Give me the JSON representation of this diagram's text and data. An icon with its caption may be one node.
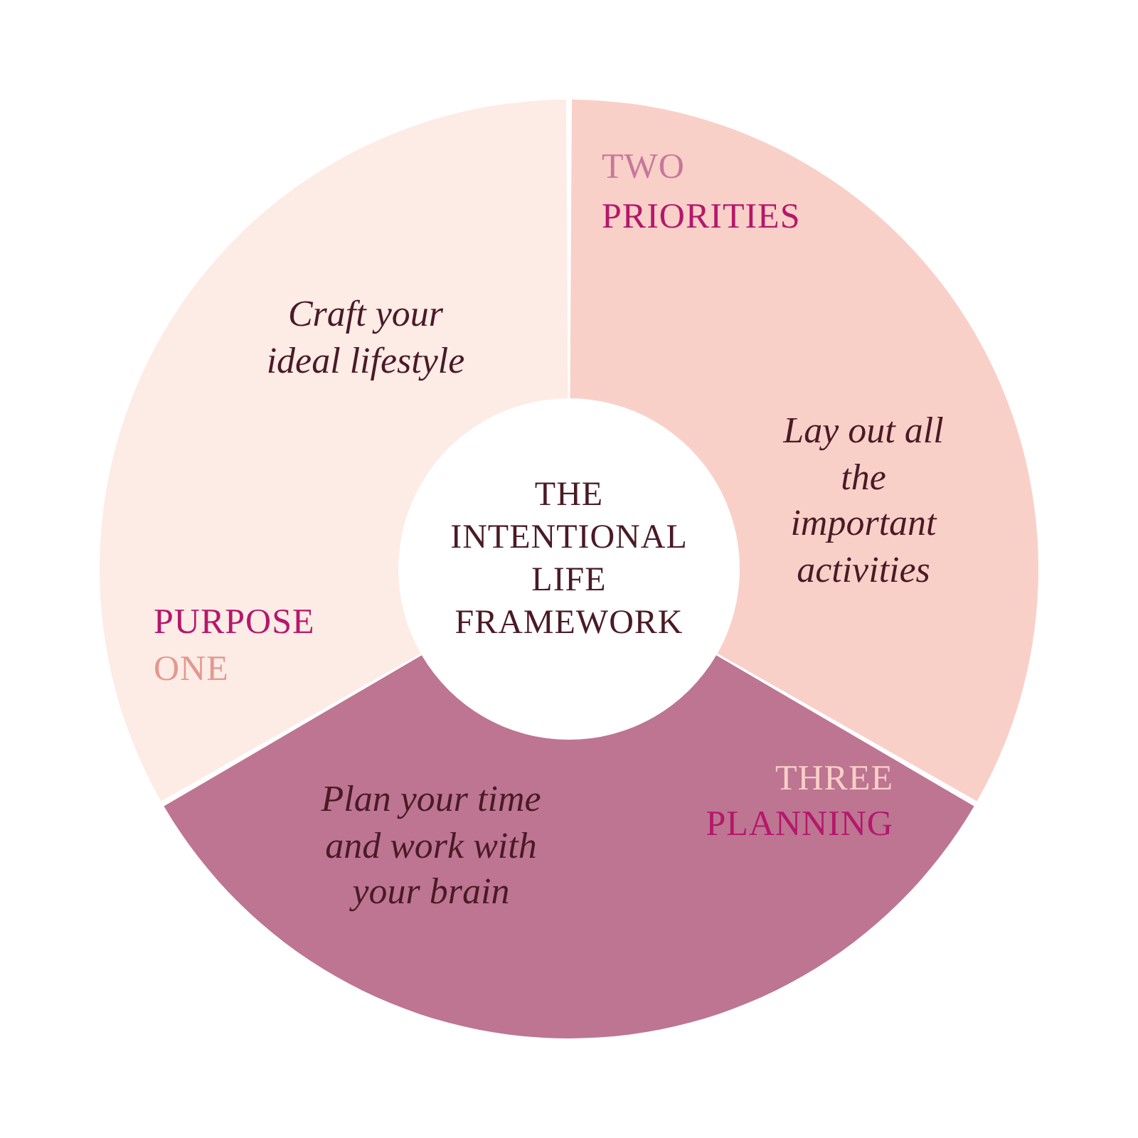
{
  "diagram": {
    "nodes": [
      {
        "text": [
          "Craft your ideal lifestyle",
          "PURPOSE",
          "ONE"
        ]
      },
      {
        "text": [
          "TWO",
          "PRIORITIES",
          "Lay out all the important activities"
        ]
      },
      {
        "text": [
          "THE INTENTIONAL LIFE FRAMEWORK"
        ]
      },
      {
        "text": [
          "Plan your time and work with your brain",
          "THREE",
          "PLANNING"
        ]
      }
    ]
  }
}
